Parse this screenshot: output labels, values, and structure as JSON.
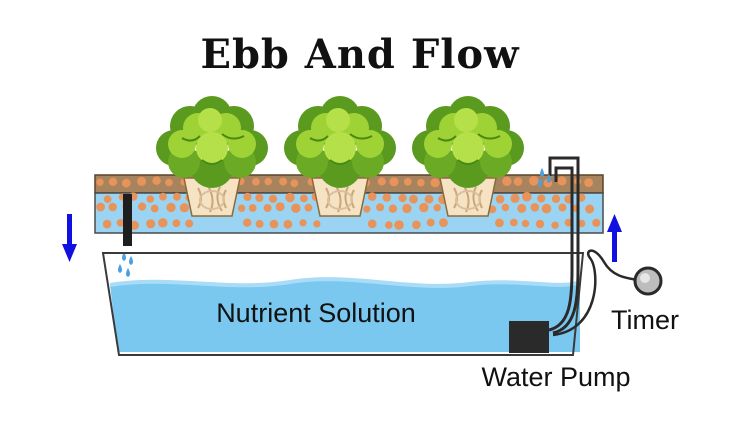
{
  "diagram": {
    "title": "Ebb And Flow",
    "labels": {
      "nutrient_solution": "Nutrient Solution",
      "timer": "Timer",
      "water_pump": "Water Pump"
    },
    "colors": {
      "water": "#7ac8f0",
      "soil": "#a8845e",
      "pebble": "#e8935a",
      "arrow": "#1010e0",
      "leaf_dark": "#5a9a1e",
      "leaf_light": "#9fd234",
      "pump": "#2a2a2a"
    },
    "plants": 3,
    "icons": [
      "down-arrow-icon",
      "up-arrow-icon",
      "lettuce-plant-icon",
      "water-drip-icon",
      "timer-icon",
      "water-pump-icon"
    ]
  }
}
